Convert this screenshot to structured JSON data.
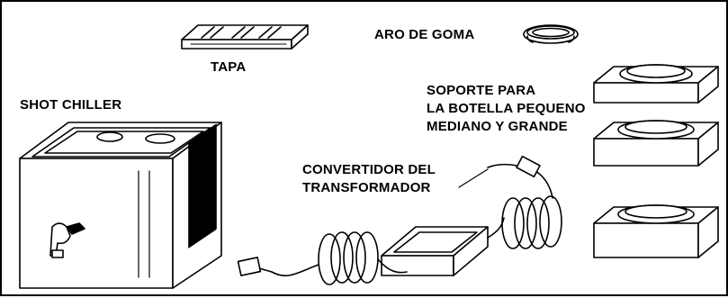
{
  "labels": {
    "tapa": "TAPA",
    "aro_de_goma": "ARO DE GOMA",
    "shot_chiller": "SHOT CHILLER",
    "soporte": [
      "SOPORTE PARA",
      "LA BOTELLA PEQUENO",
      "MEDIANO Y GRANDE"
    ],
    "convertidor": [
      "CONVERTIDOR DEL",
      "TRANSFORMADOR"
    ]
  },
  "colors": {
    "line": "#000000",
    "fill": "#ffffff"
  }
}
